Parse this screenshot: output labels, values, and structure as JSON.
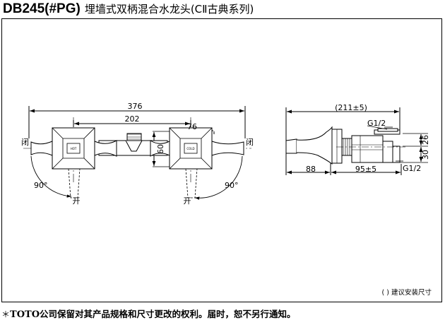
{
  "header": {
    "model": "DB245(#PG)",
    "title": "埋墙式双柄混合水龙头(CⅡ古典系列)"
  },
  "front_view": {
    "dims": {
      "overall": "376",
      "centers": "202",
      "handle": "76",
      "height": "60"
    },
    "labels": {
      "close_left": "闭",
      "close_right": "闭",
      "open_left": "开",
      "open_right": "开",
      "angle_left": "90°",
      "angle_right": "90°",
      "hot_mark": "HOT",
      "cold_mark": "COLD"
    }
  },
  "side_view": {
    "dims": {
      "overall": "(211±5)",
      "spout": "88",
      "wall": "95±5",
      "top_gap": "26",
      "bottom_gap": "30"
    },
    "labels": {
      "thread_top": "G1/2",
      "thread_bottom": "G1/2"
    }
  },
  "legend_note": "(   ) 建议安装尺寸",
  "footer": {
    "star": "＊",
    "brand": "TOTO",
    "note": "公司保留对其产品规格和尺寸更改的权利。届时，恕不另行通知。"
  }
}
